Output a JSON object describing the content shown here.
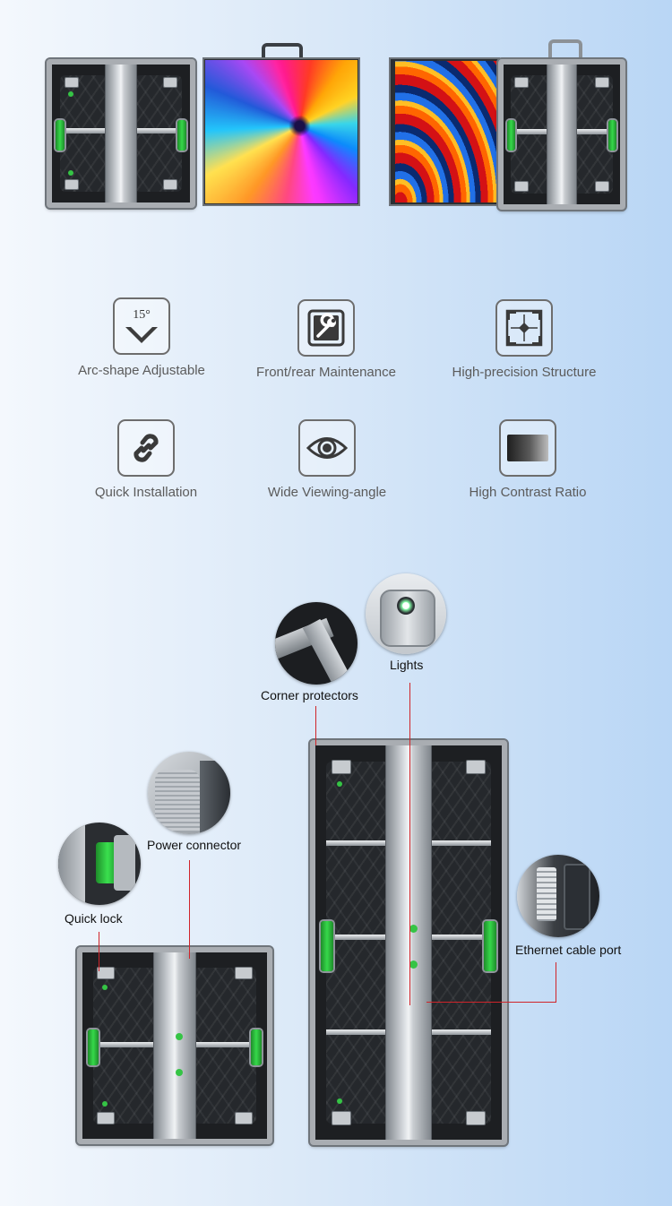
{
  "icons": {
    "arc_shape": "chevron-angle-icon",
    "maintenance": "wrench-icon",
    "structure": "precision-frame-icon",
    "installation": "link-icon",
    "viewing": "eye-icon",
    "contrast": "contrast-panel-icon"
  },
  "features": [
    {
      "label": "Arc-shape Adjustable",
      "angle_text": "15°"
    },
    {
      "label": "Front/rear Maintenance"
    },
    {
      "label": "High-precision Structure"
    },
    {
      "label": "Quick Installation"
    },
    {
      "label": "Wide Viewing-angle"
    },
    {
      "label": "High Contrast Ratio"
    }
  ],
  "callouts": {
    "lights": "Lights",
    "corner_protectors": "Corner protectors",
    "power_connector": "Power connector",
    "quick_lock": "Quick lock",
    "ethernet_port": "Ethernet cable port"
  },
  "colors": {
    "accent_green": "#36d84a",
    "callout_line": "#d0242a",
    "label_gray": "#5b5b5b"
  }
}
